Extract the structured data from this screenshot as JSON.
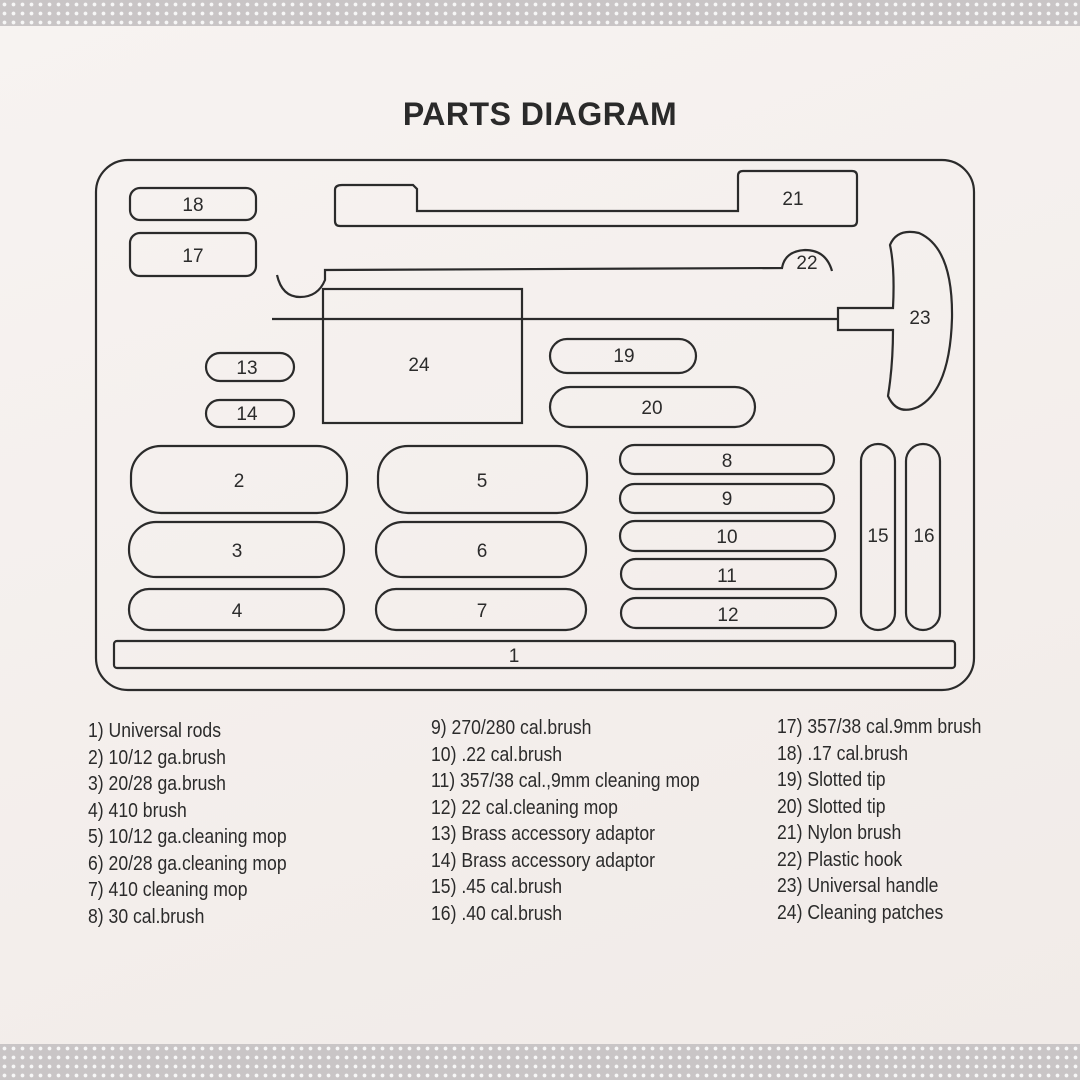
{
  "title": "PARTS DIAGRAM",
  "part_labels": {
    "p1": "1",
    "p2": "2",
    "p3": "3",
    "p4": "4",
    "p5": "5",
    "p6": "6",
    "p7": "7",
    "p8": "8",
    "p9": "9",
    "p10": "10",
    "p11": "11",
    "p12": "12",
    "p13": "13",
    "p14": "14",
    "p15": "15",
    "p16": "16",
    "p17": "17",
    "p18": "18",
    "p19": "19",
    "p20": "20",
    "p21": "21",
    "p22": "22",
    "p23": "23",
    "p24": "24"
  },
  "legend": {
    "col1": [
      "1) Universal rods",
      "2) 10/12 ga.brush",
      "3) 20/28 ga.brush",
      "4)  410 brush",
      "5) 10/12 ga.cleaning mop",
      "6) 20/28 ga.cleaning mop",
      "7)  410 cleaning mop",
      "8) 30 cal.brush"
    ],
    "col2": [
      "9) 270/280 cal.brush",
      "10) .22 cal.brush",
      "11) 357/38 cal.,9mm cleaning mop",
      "12) 22 cal.cleaning mop",
      "13) Brass accessory adaptor",
      "14) Brass accessory adaptor",
      "15) .45 cal.brush",
      "16) .40 cal.brush"
    ],
    "col3": [
      "17) 357/38 cal.9mm brush",
      "18) .17 cal.brush",
      "19) Slotted tip",
      "20) Slotted tip",
      "21) Nylon brush",
      "22) Plastic hook",
      "23) Universal handle",
      "24) Cleaning patches"
    ]
  }
}
